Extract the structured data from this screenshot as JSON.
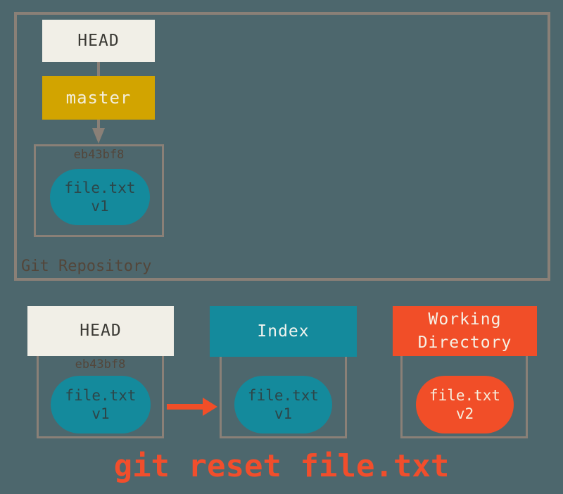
{
  "colors": {
    "background": "#4d676d",
    "border_gray": "#8a8077",
    "box_offwhite": "#f1efe7",
    "branch_gold": "#d2a400",
    "teal": "#148a9c",
    "red_orange": "#f14e28"
  },
  "repository": {
    "label": "Git Repository",
    "head": "HEAD",
    "branch": "master",
    "commit": {
      "hash": "eb43bf8",
      "file_name": "file.txt",
      "file_version": "v1"
    }
  },
  "columns": {
    "head": {
      "title": "HEAD",
      "hash": "eb43bf8",
      "file_name": "file.txt",
      "file_version": "v1"
    },
    "index": {
      "title": "Index",
      "file_name": "file.txt",
      "file_version": "v1"
    },
    "working_directory": {
      "title": "Working Directory",
      "file_name": "file.txt",
      "file_version": "v2"
    }
  },
  "caption": "git reset file.txt"
}
